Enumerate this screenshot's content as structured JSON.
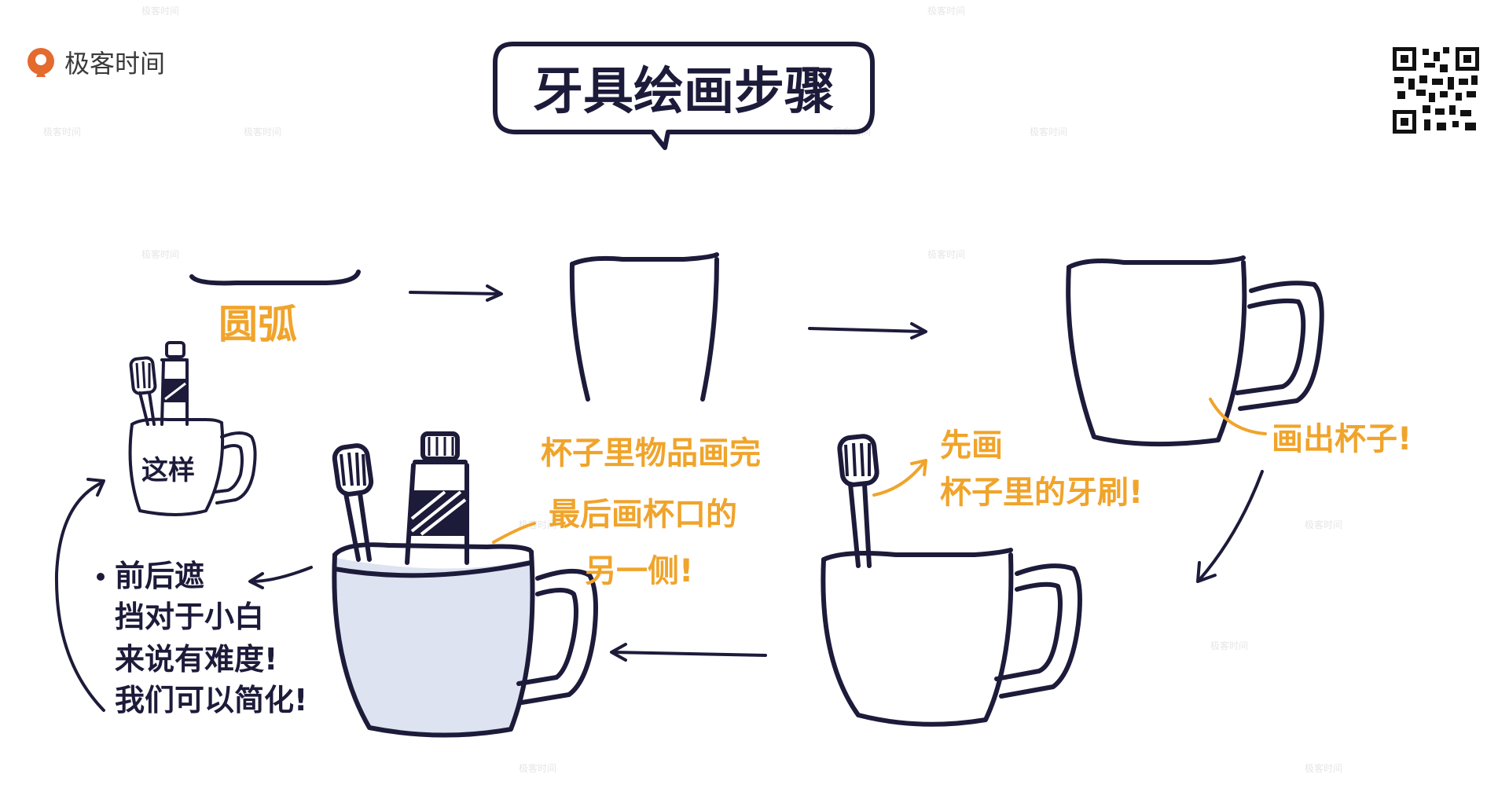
{
  "logo": {
    "text": "极客时间",
    "color": "#e46a2e"
  },
  "title": "牙具绘画步骤",
  "watermark": "极客时间",
  "colors": {
    "ink": "#1d1b3a",
    "annotation": "#f0a42b",
    "cup_fill": "#dde3f1"
  },
  "labels": {
    "arc": "圆弧",
    "draw_cup": "画出杯子!",
    "brush_first_1": "先画",
    "brush_first_2": "杯子里的牙刷!",
    "finish_1": "杯子里物品画完",
    "finish_2": "最后画杯口的",
    "finish_3": "另一侧!",
    "example": "这样",
    "note_1": "前后遮",
    "note_2": "挡对于小白",
    "note_3": "来说有难度!",
    "note_4": "我们可以简化!"
  }
}
